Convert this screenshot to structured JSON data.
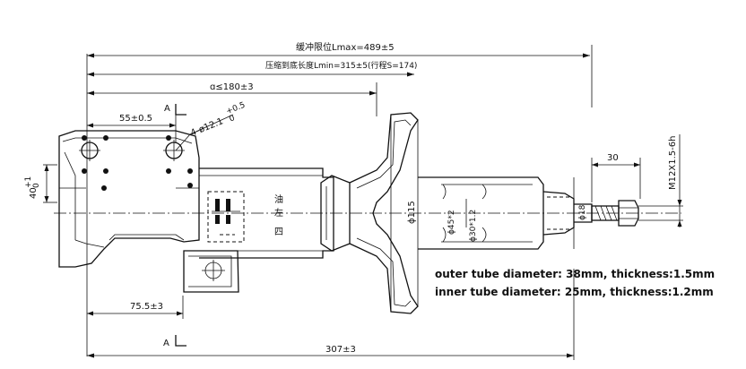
{
  "dimensions": {
    "free_length": "缓冲限位Lmax=489±5",
    "compressed_length": "压缩到底长度Lmin=315±5(行程S=174)",
    "mount_offset": "ɑ≤180±3",
    "bolt_spacing": "55±0.5",
    "hole_spec": "4-ø12.1",
    "hole_tol_upper": "+0.5",
    "hole_tol_lower": "0",
    "bracket_height": "40",
    "bracket_height_tol_upper": "+1",
    "bracket_height_tol_lower": "0",
    "bracket_to_center": "75.5±3",
    "overall_length": "307±3",
    "spring_seat": "ϕ115",
    "outer_body": "ϕ45*2",
    "inner_body": "ϕ30*1.2",
    "rod_diameter": "ϕ18",
    "thread_length": "30",
    "thread_spec": "M12X1.5-6h",
    "section_mark_top": "A",
    "section_mark_bottom": "A",
    "label_char_1": "油",
    "label_char_2": "左",
    "label_char_3": "四"
  },
  "notes": {
    "outer_tube": "outer tube diameter: 38mm, thickness:1.5mm",
    "inner_tube": "inner tube diameter: 25mm, thickness:1.2mm"
  },
  "colors": {
    "note": "#d00000",
    "ink": "#111111"
  }
}
